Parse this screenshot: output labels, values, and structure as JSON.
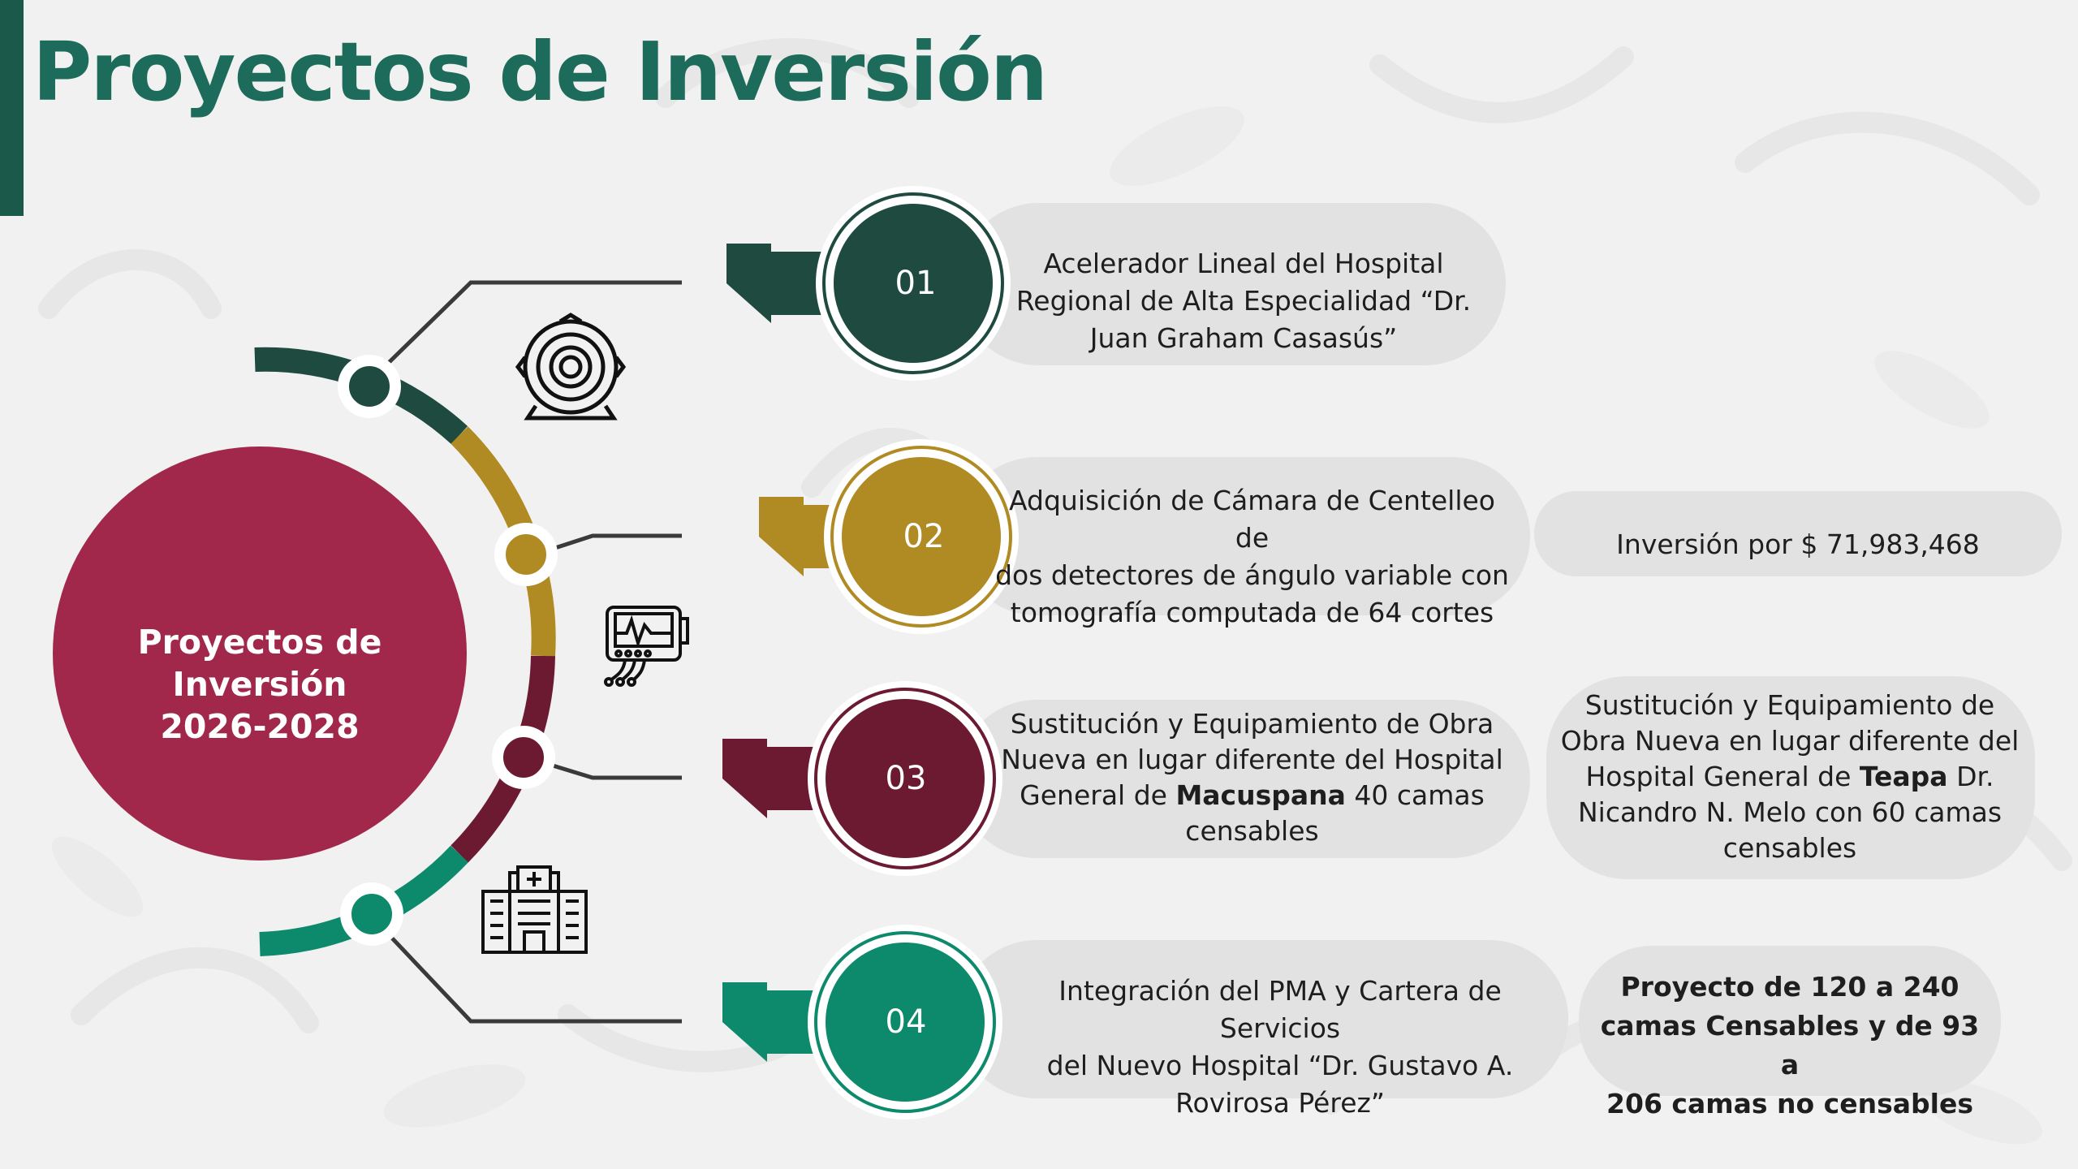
{
  "page": {
    "title": "Proyectos de Inversión"
  },
  "center": {
    "line1": "Proyectos de Inversión",
    "line2": "2026-2028"
  },
  "steps": [
    {
      "number": "01",
      "color": "#1f4a40",
      "icon": "particle-accelerator-icon",
      "lines": [
        "Acelerador Lineal del Hospital",
        "Regional de Alta Especialidad “Dr.",
        "Juan Graham Casasús”"
      ]
    },
    {
      "number": "02",
      "color": "#b08a22",
      "icon": "medical-monitor-icon",
      "lines": [
        "Adquisición de Cámara de Centelleo de",
        "dos detectores de ángulo variable con",
        "tomografía computada de 64 cortes"
      ]
    },
    {
      "number": "03",
      "color": "#6b1a32",
      "icon": "hospital-building-icon",
      "line1": "Sustitución y Equipamiento de Obra",
      "line2": "Nueva en lugar diferente del Hospital",
      "line3_pre": "General de ",
      "line3_bold": "Macuspana",
      "line3_post": " 40 camas",
      "line4": "censables"
    },
    {
      "number": "04",
      "color": "#0d8a6b",
      "lines": [
        "Integración del PMA y Cartera de Servicios",
        "del Nuevo Hospital “Dr. Gustavo A.",
        "Rovirosa Pérez”"
      ]
    }
  ],
  "notes": {
    "investment": "Inversión por $ 71,983,468",
    "teapa": {
      "line1": "Sustitución y Equipamiento de",
      "line2": "Obra Nueva en lugar diferente del",
      "line3_pre": "Hospital General de ",
      "line3_bold": "Teapa",
      "line3_post": " Dr.",
      "line4": "Nicandro N. Melo con 60 camas",
      "line5": "censables"
    },
    "beds": [
      "Proyecto de 120 a 240",
      "camas Censables y de 93 a",
      "206 camas no censables"
    ]
  },
  "colors": {
    "title": "#1d6b5a",
    "accent_bar": "#1b5a4a",
    "center_circle": "#a1284a",
    "pill": "#e2e2e2",
    "connector": "#3a3a3a"
  }
}
